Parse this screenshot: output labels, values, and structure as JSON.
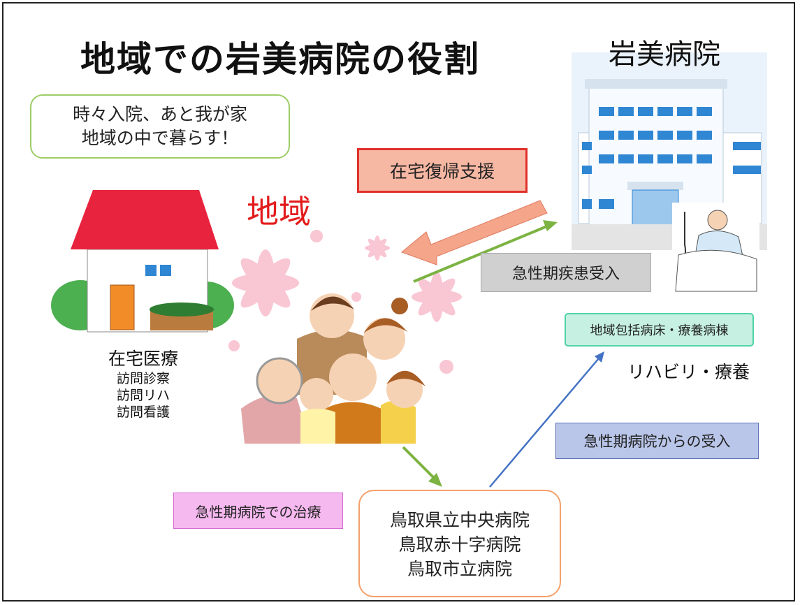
{
  "title": "地域での岩美病院の役割",
  "hospital_label": "岩美病院",
  "callout": {
    "line1": "時々入院、あと我が家",
    "line2": "地域の中で暮らす！"
  },
  "home_support": "在宅復帰支援",
  "community_label": "地域",
  "acute_accept": "急性期疾患受入",
  "ward_box": "地域包括病床・療養病棟",
  "rehab_care": "リハビリ・療養",
  "home_care": {
    "heading": "在宅医療",
    "items": [
      "訪問診察",
      "訪問リハ",
      "訪問看護"
    ]
  },
  "acute_hospital_accept": "急性期病院からの受入",
  "acute_treatment": "急性期病院での治療",
  "hospitals": [
    "鳥取県立中央病院",
    "鳥取赤十字病院",
    "鳥取市立病院"
  ],
  "colors": {
    "red_text": "#e31b1b",
    "roof": "#e8233d",
    "green_arrow": "#7cb342",
    "blue_arrow": "#4472c4",
    "salmon_arrow": "#f4a58a",
    "flower": "#f9c6d3"
  }
}
